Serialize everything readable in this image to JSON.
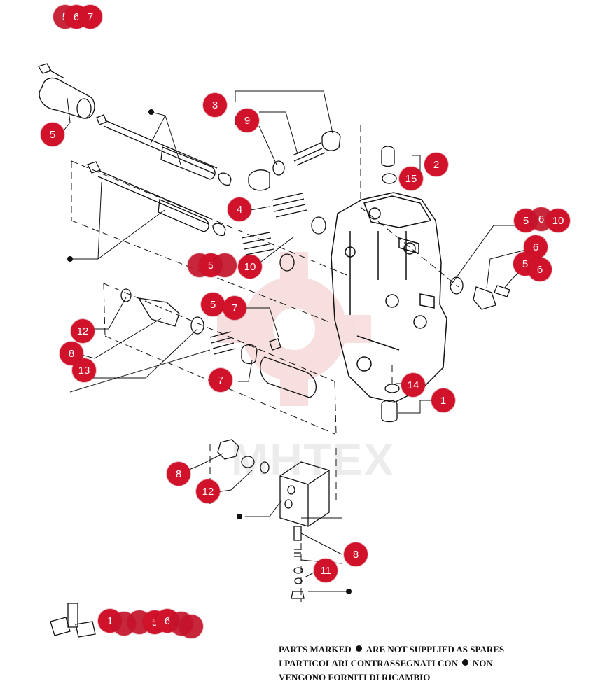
{
  "watermark": "MHTEX",
  "colors": {
    "callout": "#d0122a",
    "ink": "#111111",
    "watermark": "#e9b3b3"
  },
  "callouts": [
    {
      "id": "a1",
      "label": "5"
    },
    {
      "id": "a2",
      "label": "6"
    },
    {
      "id": "a3",
      "label": "7"
    },
    {
      "id": "b",
      "label": "5"
    },
    {
      "id": "c",
      "label": "3"
    },
    {
      "id": "d",
      "label": "9"
    },
    {
      "id": "e",
      "label": "2"
    },
    {
      "id": "f",
      "label": "15"
    },
    {
      "id": "g",
      "label": "4"
    },
    {
      "id": "h1",
      "label": "5"
    },
    {
      "id": "h2",
      "label": "10"
    },
    {
      "id": "i1",
      "label": "5"
    },
    {
      "id": "i2",
      "label": "6"
    },
    {
      "id": "i3",
      "label": "10"
    },
    {
      "id": "j",
      "label": "6"
    },
    {
      "id": "k1",
      "label": "5"
    },
    {
      "id": "k2",
      "label": "6"
    },
    {
      "id": "l1",
      "label": "5"
    },
    {
      "id": "l2",
      "label": "7"
    },
    {
      "id": "m",
      "label": "12"
    },
    {
      "id": "n",
      "label": "8"
    },
    {
      "id": "o",
      "label": "13"
    },
    {
      "id": "p",
      "label": "7"
    },
    {
      "id": "q",
      "label": "14"
    },
    {
      "id": "r",
      "label": "1"
    },
    {
      "id": "s",
      "label": "8"
    },
    {
      "id": "t",
      "label": "12"
    },
    {
      "id": "u",
      "label": "8"
    },
    {
      "id": "v",
      "label": "11"
    },
    {
      "id": "w1",
      "label": "1"
    },
    {
      "id": "w2",
      "label": "5"
    },
    {
      "id": "w3",
      "label": "6"
    }
  ],
  "footnote": {
    "line1_a": "PARTS MARKED",
    "line1_b": "ARE NOT SUPPLIED AS SPARES",
    "line2_a": "I PARTICOLARI CONTRASSEGNATI CON",
    "line2_b": "NON",
    "line3": "VENGONO FORNITI DI RICAMBIO"
  }
}
